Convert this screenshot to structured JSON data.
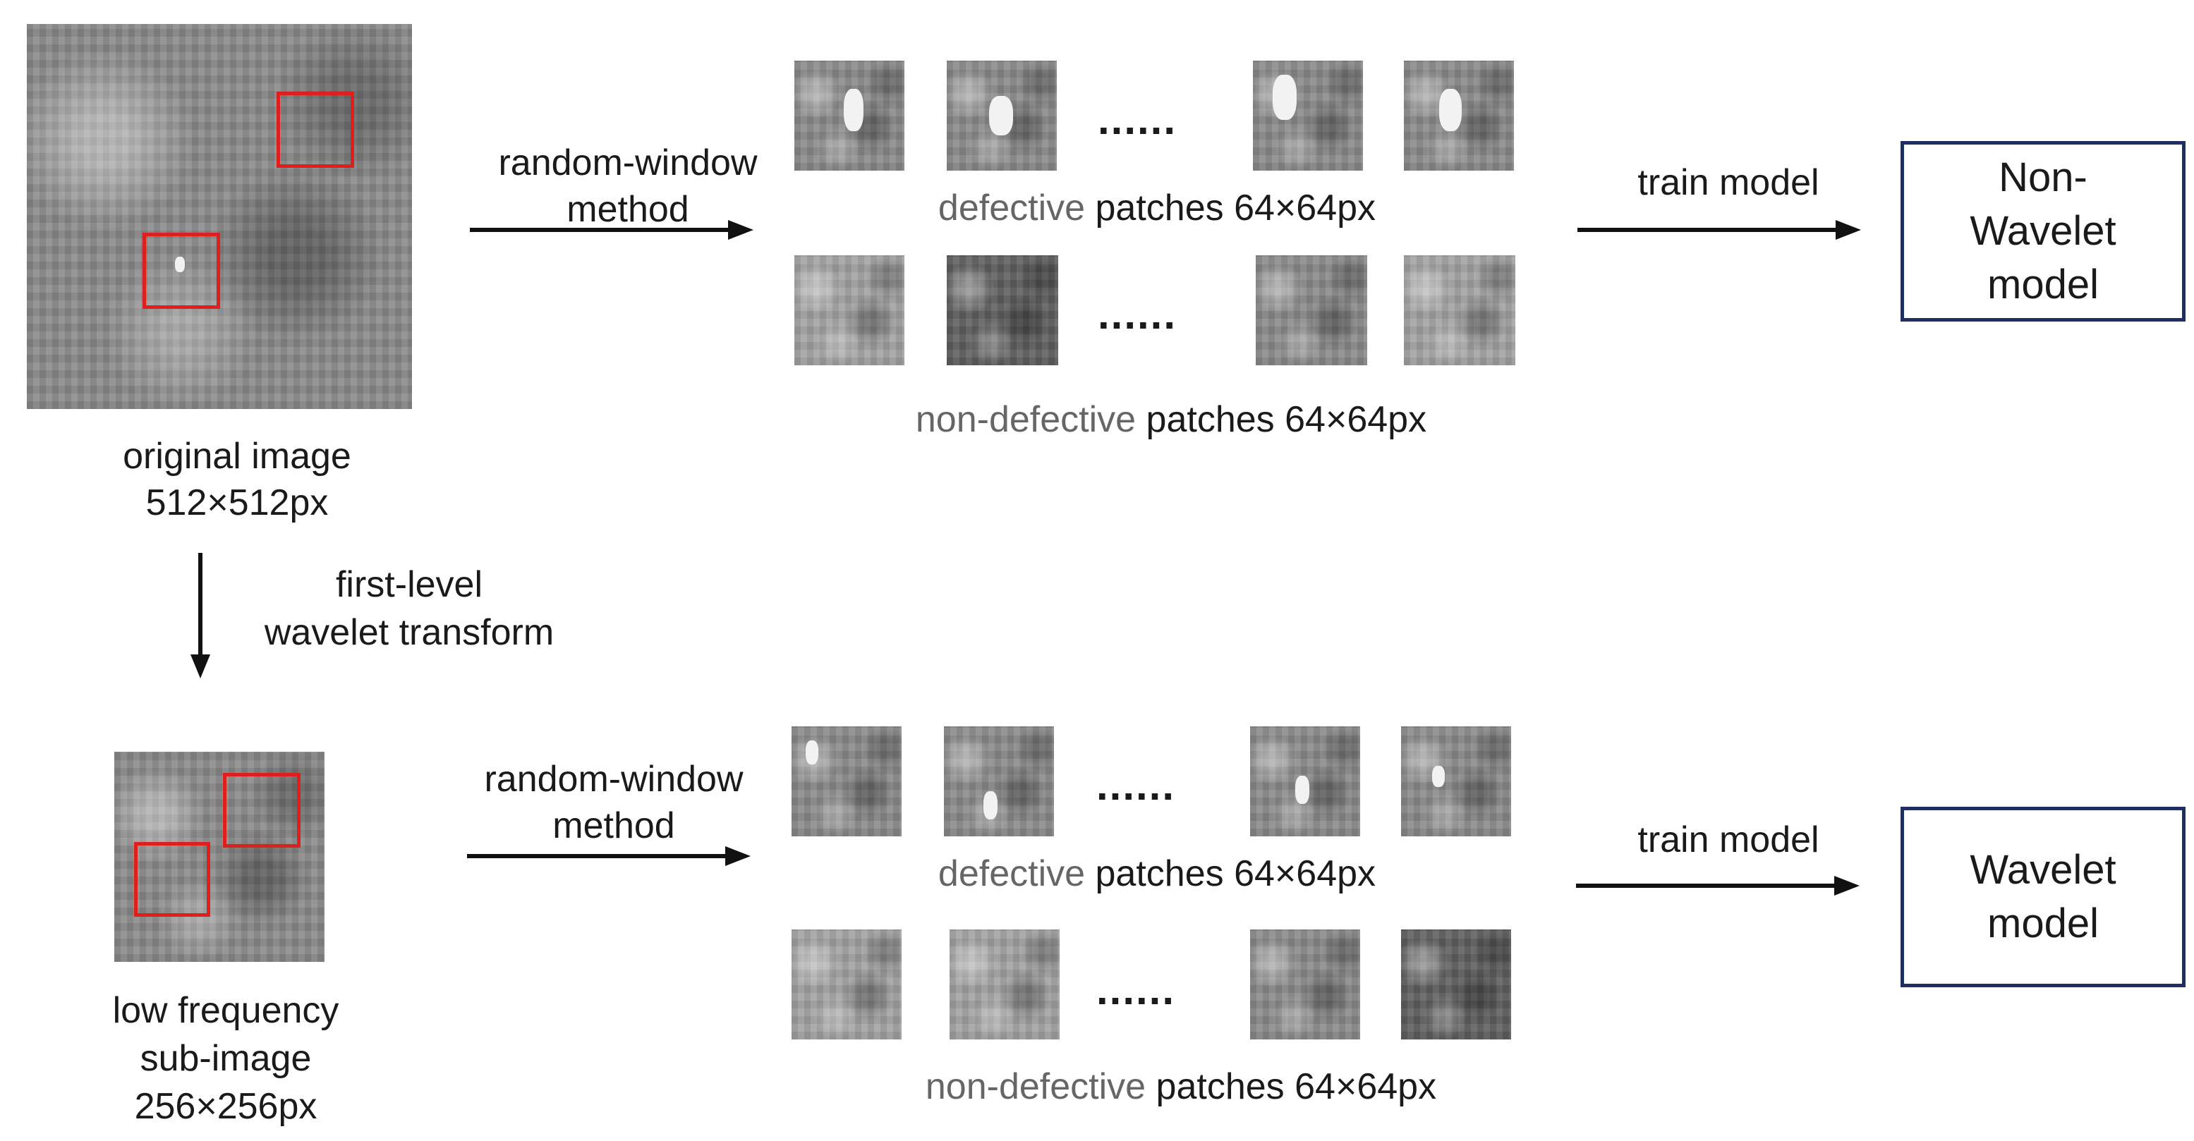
{
  "original": {
    "caption_line1": "original image",
    "caption_line2": "512×512px"
  },
  "low_freq": {
    "caption_line1": "low frequency",
    "caption_line2": "sub-image",
    "caption_line3": "256×256px"
  },
  "transform": {
    "line1": "first-level",
    "line2": "wavelet transform"
  },
  "top_row": {
    "method_line1": "random-window",
    "method_line2": "method",
    "defective_word": "defective",
    "defective_rest": " patches 64×64px",
    "nondefective_word": "non-defective",
    "nondefective_rest": " patches 64×64px",
    "ellipsis": "......",
    "train_label": "train model",
    "model_label": "Non-\nWavelet\nmodel"
  },
  "bottom_row": {
    "method_line1": "random-window",
    "method_line2": "method",
    "defective_word": "defective",
    "defective_rest": " patches 64×64px",
    "nondefective_word": "non-defective",
    "nondefective_rest": " patches 64×64px",
    "ellipsis": "......",
    "train_label": "train model",
    "model_label": "Wavelet\nmodel"
  },
  "colors": {
    "highlight_box": "#e01e1e",
    "model_border": "#1f2f5f",
    "muted_text": "#666666"
  }
}
